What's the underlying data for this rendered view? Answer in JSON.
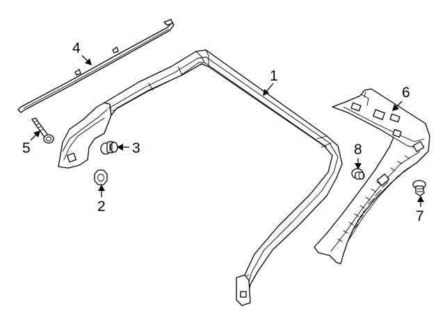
{
  "diagram": {
    "callouts": [
      {
        "id": "1",
        "label": "1",
        "part": "window-frame-molding"
      },
      {
        "id": "2",
        "label": "2",
        "part": "nut"
      },
      {
        "id": "3",
        "label": "3",
        "part": "clip"
      },
      {
        "id": "4",
        "label": "4",
        "part": "roof-drip-molding"
      },
      {
        "id": "5",
        "label": "5",
        "part": "bolt"
      },
      {
        "id": "6",
        "label": "6",
        "part": "pillar-trim-panel"
      },
      {
        "id": "7",
        "label": "7",
        "part": "push-pin-retainer"
      },
      {
        "id": "8",
        "label": "8",
        "part": "push-retainer"
      }
    ],
    "colors": {
      "line": "#000000",
      "background": "#ffffff"
    }
  }
}
